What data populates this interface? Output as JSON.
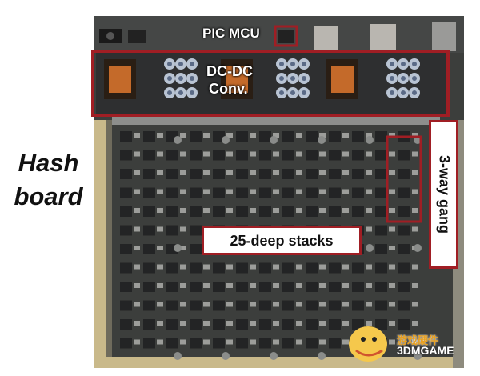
{
  "figure": {
    "side_label_line1": "Hash",
    "side_label_line2": "board",
    "callouts": {
      "pic_mcu": "PIC MCU",
      "dcdc_line1": "DC-DC",
      "dcdc_line2": "Conv.",
      "stacks": "25-deep stacks",
      "gang": "3-way gang"
    },
    "watermark": {
      "line1": "游戏硬件",
      "line2": "3DMGAME"
    }
  },
  "colors": {
    "pcb": "#3a3c3a",
    "heatsink": "#2a2b2c",
    "callout_border": "#a01e24",
    "rail": "#c9b98a"
  }
}
